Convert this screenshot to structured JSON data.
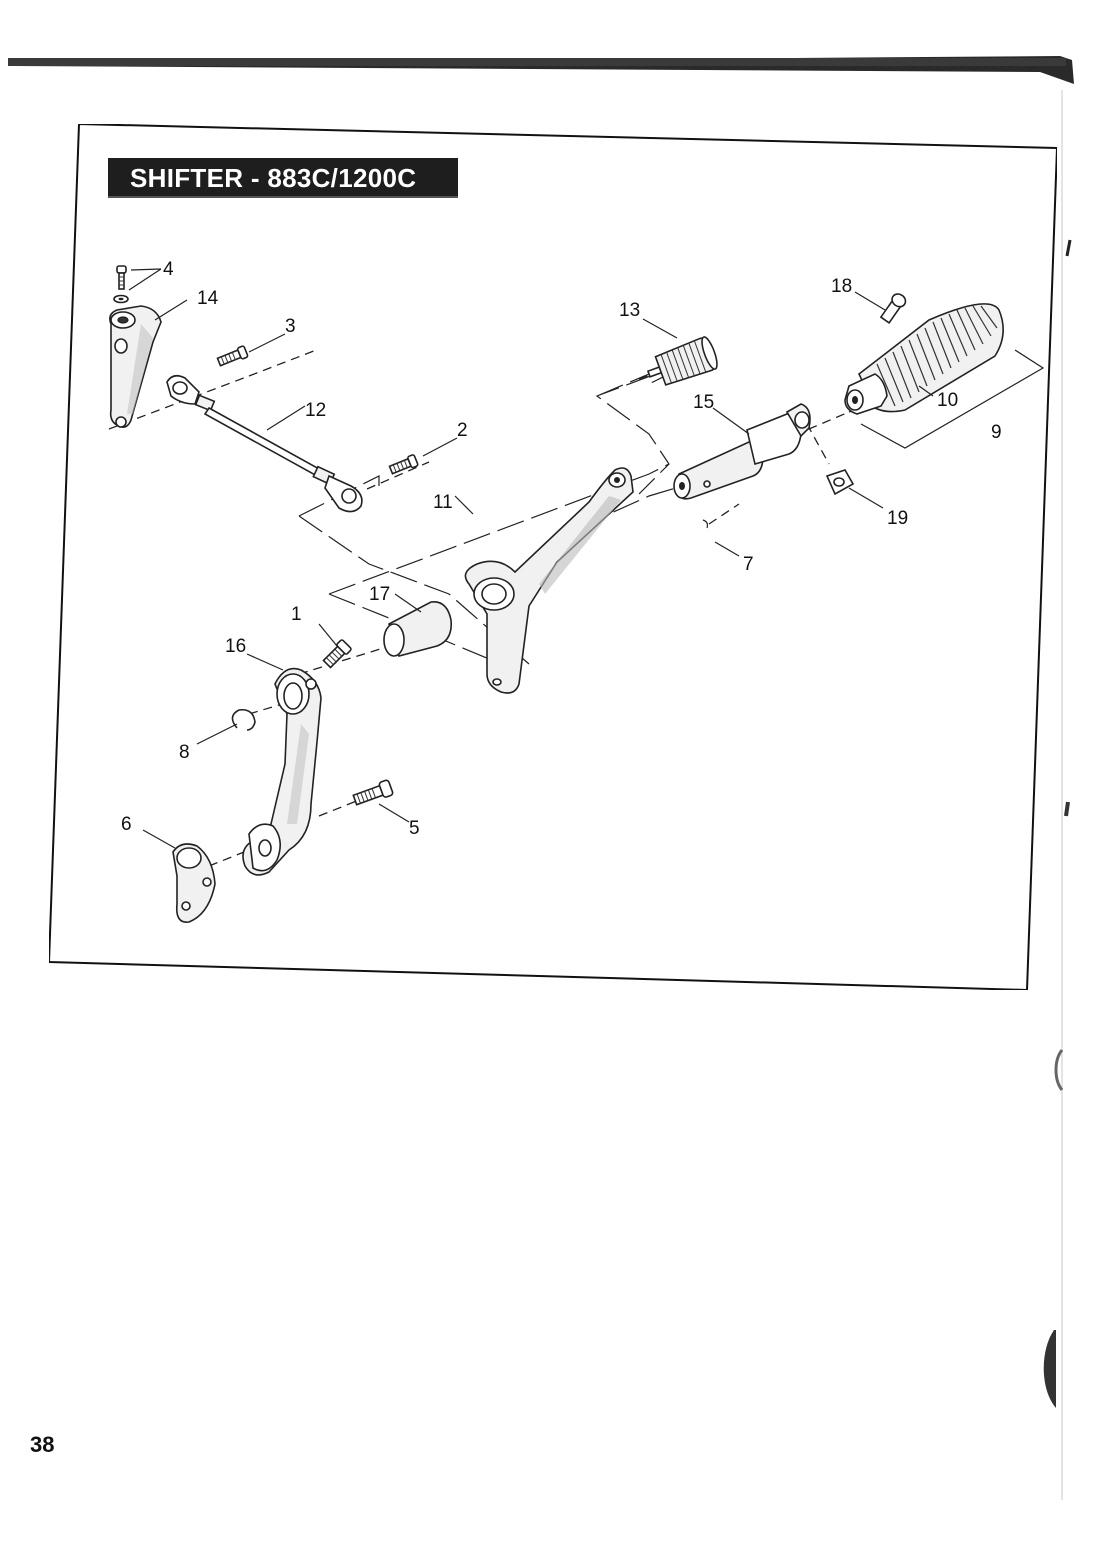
{
  "page": {
    "title": "SHIFTER - 883C/1200C",
    "page_number": "38"
  },
  "callouts": [
    {
      "id": "c1",
      "text": "1"
    },
    {
      "id": "c2",
      "text": "2"
    },
    {
      "id": "c3",
      "text": "3"
    },
    {
      "id": "c4",
      "text": "4"
    },
    {
      "id": "c5",
      "text": "5"
    },
    {
      "id": "c6",
      "text": "6"
    },
    {
      "id": "c7",
      "text": "7"
    },
    {
      "id": "c8",
      "text": "8"
    },
    {
      "id": "c9",
      "text": "9"
    },
    {
      "id": "c10",
      "text": "10"
    },
    {
      "id": "c11",
      "text": "11"
    },
    {
      "id": "c12",
      "text": "12"
    },
    {
      "id": "c13",
      "text": "13"
    },
    {
      "id": "c14",
      "text": "14"
    },
    {
      "id": "c15",
      "text": "15"
    },
    {
      "id": "c16",
      "text": "16"
    },
    {
      "id": "c17",
      "text": "17"
    },
    {
      "id": "c18",
      "text": "18"
    },
    {
      "id": "c19",
      "text": "19"
    }
  ]
}
